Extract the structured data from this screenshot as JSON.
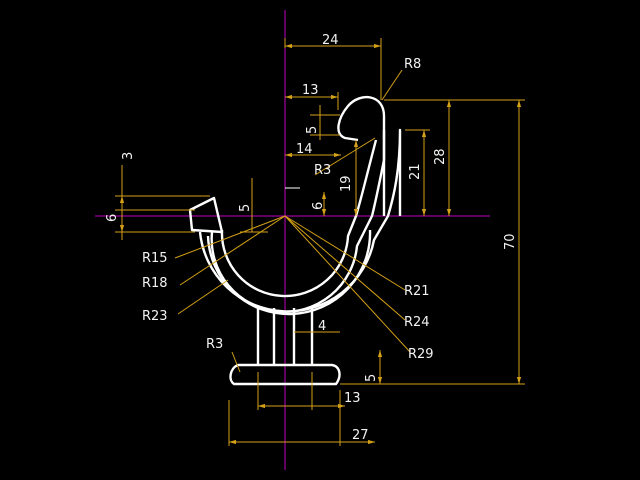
{
  "drawing": {
    "colors": {
      "background": "#000000",
      "outline": "#ffffff",
      "dimension": "#d4a017",
      "centerline": "#c000c0",
      "text": "#f2f2f2"
    },
    "dimensions": {
      "width_24": "24",
      "width_13_top": "13",
      "height_5_top": "5",
      "width_14": "14",
      "radius_r8": "R8",
      "radius_r3_top": "R3",
      "height_19": "19",
      "height_21": "21",
      "height_28": "28",
      "height_70": "70",
      "height_3_left": "3",
      "height_6_left": "6",
      "height_5_mid": "5",
      "height_6_mid": "6",
      "radius_r15": "R15",
      "radius_r18": "R18",
      "radius_r23": "R23",
      "radius_r21": "R21",
      "radius_r24": "R24",
      "radius_r29": "R29",
      "width_4": "4",
      "radius_r3_bottom": "R3",
      "height_5_base": "5",
      "width_13_base": "13",
      "width_27": "27"
    }
  }
}
